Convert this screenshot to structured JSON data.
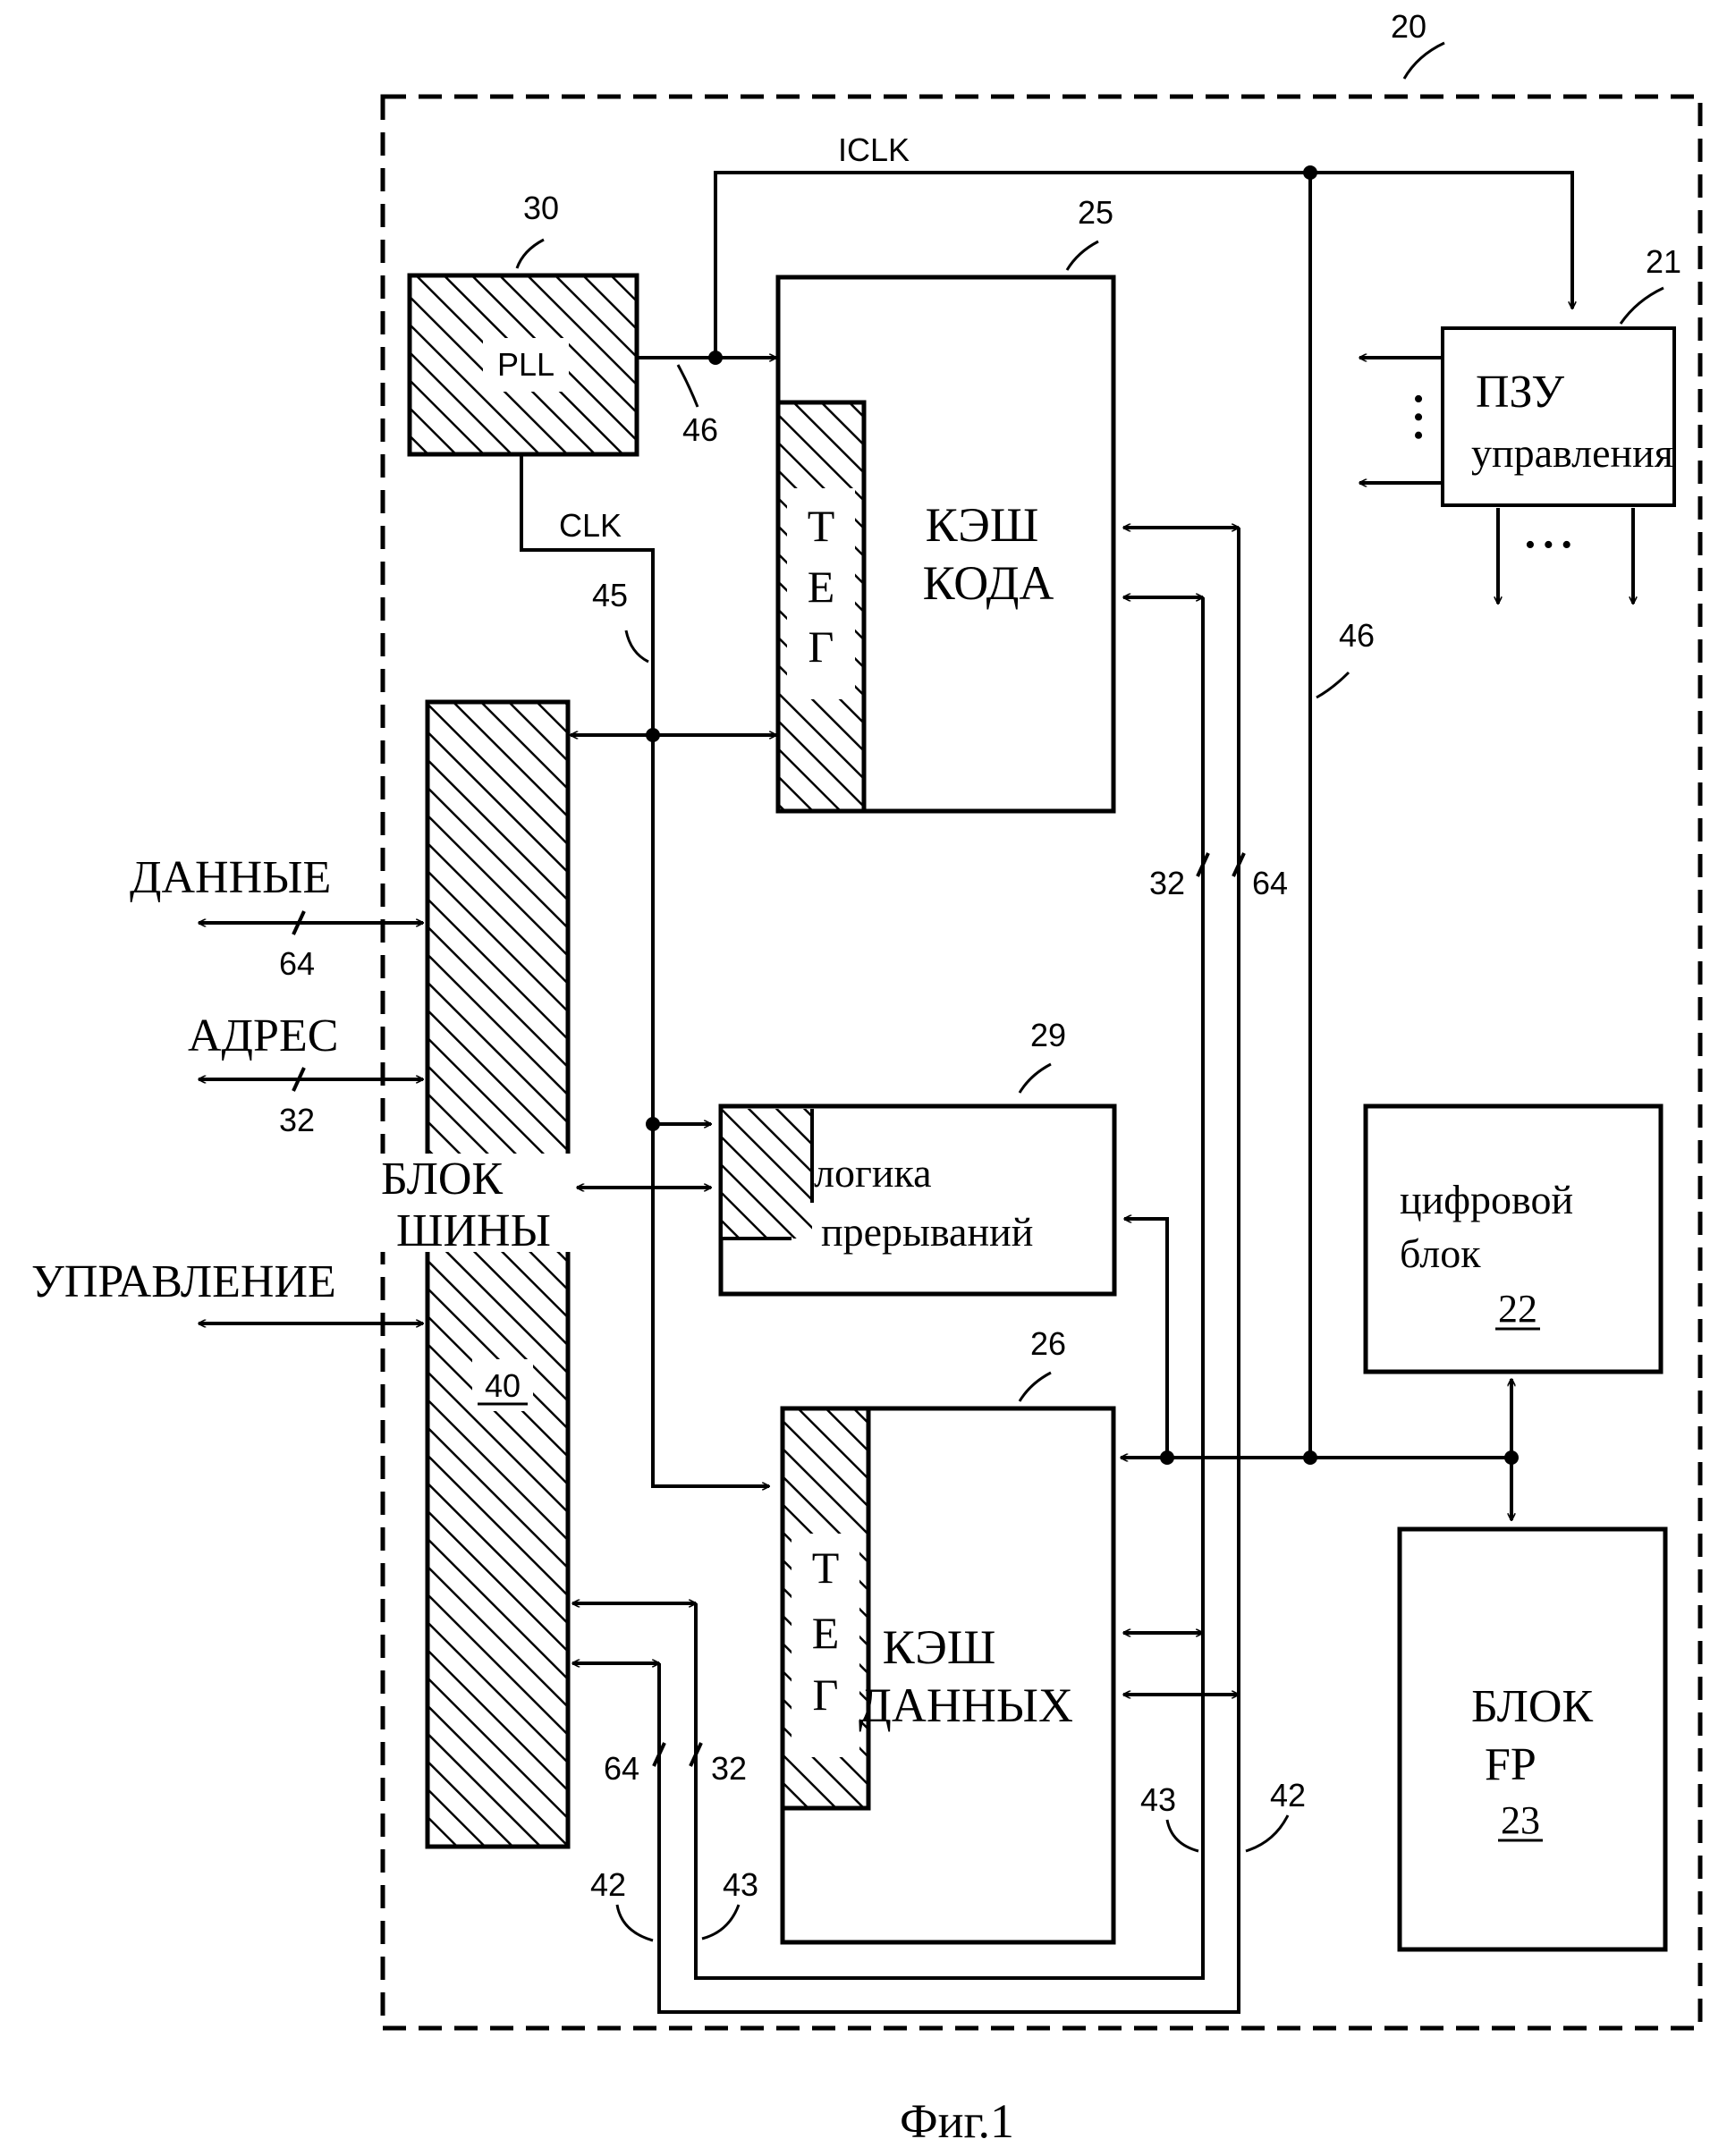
{
  "figure": {
    "caption": "Фиг.1",
    "ref_overall": "20"
  },
  "blocks": {
    "pll": {
      "label": "PLL",
      "ref": "30"
    },
    "code_cache": {
      "line1": "КЭШ",
      "line2": "КОДА",
      "ref": "25",
      "tag": [
        "Т",
        "Е",
        "Г"
      ]
    },
    "rom": {
      "line1": "ПЗУ",
      "line2": "управления",
      "ref": "21"
    },
    "bus_unit": {
      "line1": "БЛОК",
      "line2": "ШИНЫ",
      "ref": "40"
    },
    "interrupt_logic": {
      "line1": "логика",
      "line2": "прерываний",
      "ref": "29"
    },
    "digital_unit": {
      "line1": "цифровой",
      "line2": "блок",
      "ref": "22"
    },
    "data_cache": {
      "line1": "КЭШ",
      "line2": "ДАННЫХ",
      "ref": "26",
      "tag": [
        "Т",
        "Е",
        "Г"
      ]
    },
    "fp_unit": {
      "line1": "БЛОК",
      "line2": "FP",
      "ref": "23"
    }
  },
  "signals": {
    "iclk": "ICLK",
    "clk": "CLK",
    "data": "ДАННЫЕ",
    "address": "АДРЕС",
    "control": "УПРАВЛЕНИЕ"
  },
  "bus_widths": {
    "data_64": "64",
    "address_32": "32",
    "code_bus_32": "32",
    "code_bus_64": "64",
    "data_bus_64": "64",
    "data_bus_32": "32"
  },
  "ref_labels": {
    "pll_out": "46",
    "clk_line": "45",
    "iclk_line": "46",
    "bus_42_right": "42",
    "bus_43_right": "43",
    "bus_42_left": "42",
    "bus_43_left": "43"
  },
  "dots": "• • •"
}
